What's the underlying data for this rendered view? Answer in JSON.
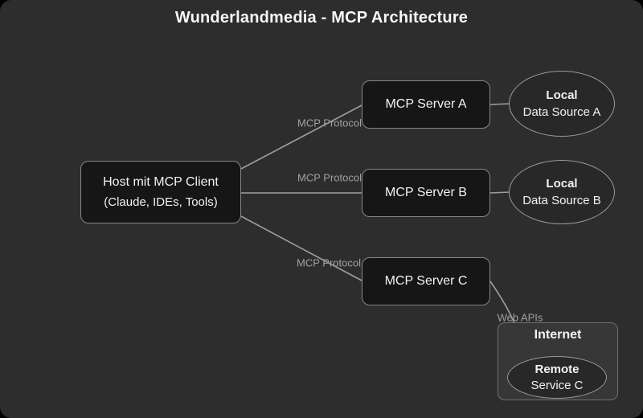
{
  "title": "Wunderlandmedia - MCP Architecture",
  "nodes": {
    "host": {
      "title": "Host mit MCP Client",
      "subtitle": "(Claude, IDEs, Tools)"
    },
    "server_a": {
      "label": "MCP Server A"
    },
    "server_b": {
      "label": "MCP Server B"
    },
    "server_c": {
      "label": "MCP Server C"
    },
    "datasource_a": {
      "title": "Local",
      "subtitle": "Data Source A"
    },
    "datasource_b": {
      "title": "Local",
      "subtitle": "Data Source B"
    },
    "internet": {
      "label": "Internet"
    },
    "remote_service": {
      "title": "Remote",
      "subtitle": "Service C"
    }
  },
  "edges": {
    "host_to_server_a": {
      "label": "MCP Protocol"
    },
    "host_to_server_b": {
      "label": "MCP Protocol"
    },
    "host_to_server_c": {
      "label": "MCP Protocol"
    },
    "server_c_to_remote": {
      "label": "Web APIs"
    }
  },
  "colors": {
    "background": "#2d2d2d",
    "node_fill": "#161616",
    "node_border": "#868686",
    "ellipse_fill": "#282828",
    "ellipse_border": "#9a9a9a",
    "container_fill": "#373737",
    "container_border": "#6f6f6f",
    "edge_stroke": "#9e9e9e",
    "edge_label_text": "#a0a0a0",
    "text": "#f2f2f2"
  }
}
